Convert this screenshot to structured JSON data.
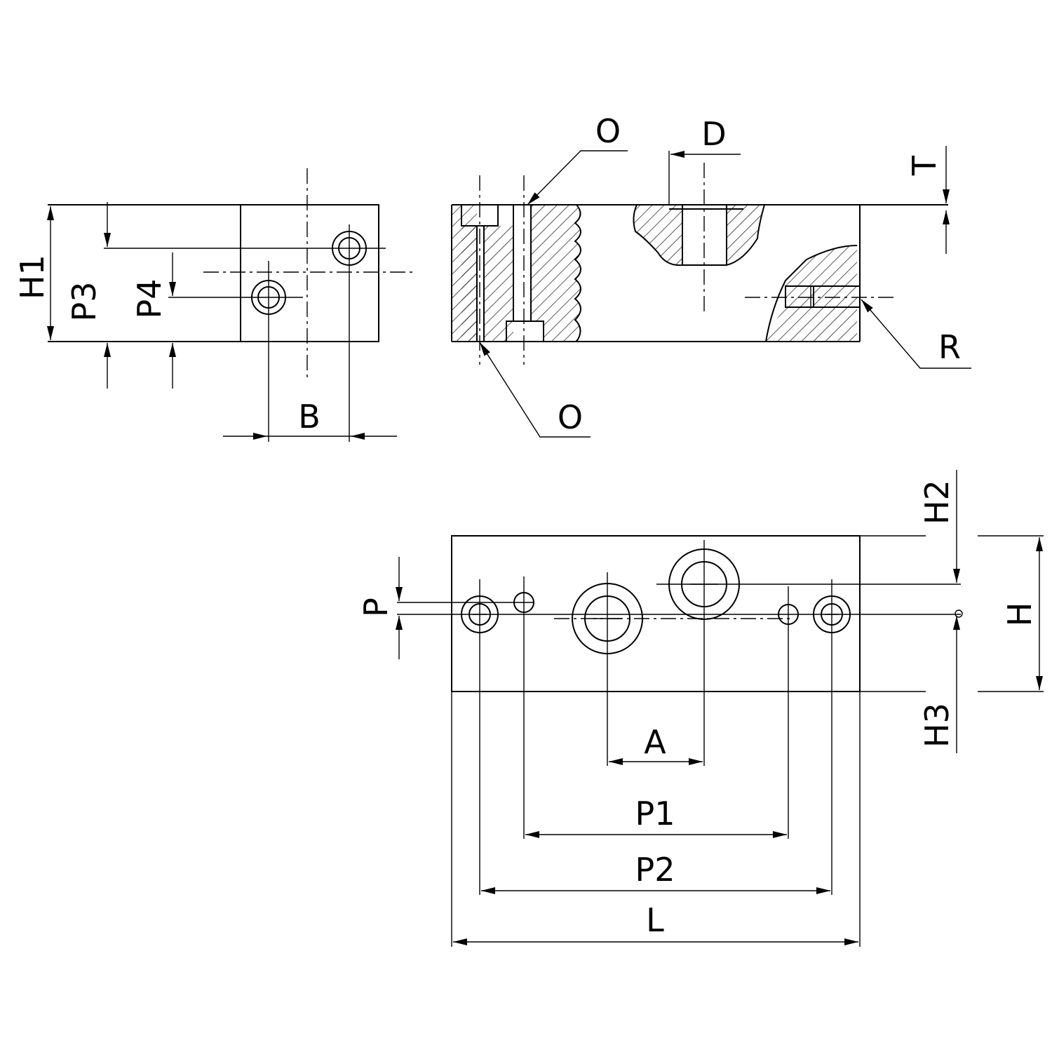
{
  "labels": {
    "o_top": "O",
    "o_bottom": "O",
    "d": "D",
    "t": "T",
    "r": "R",
    "h1": "H1",
    "p3": "P3",
    "p4": "P4",
    "b": "B",
    "p": "P",
    "h2": "H2",
    "h": "H",
    "h3": "H3",
    "a": "A",
    "p1": "P1",
    "p2": "P2",
    "l": "L"
  }
}
